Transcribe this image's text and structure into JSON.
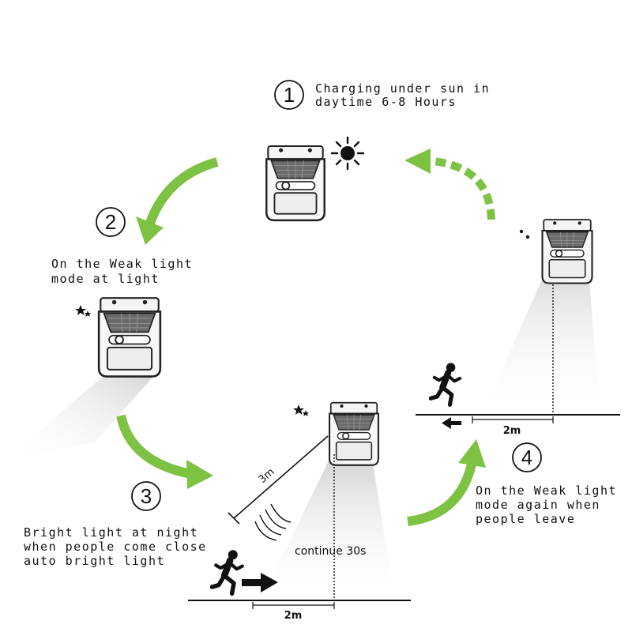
{
  "steps": [
    {
      "number": "1",
      "lines": [
        "Charging under sun in",
        "daytime 6-8 Hours"
      ]
    },
    {
      "number": "2",
      "lines": [
        "On the Weak light",
        "mode at light"
      ]
    },
    {
      "number": "3",
      "lines": [
        "Bright light at night",
        "when people come close",
        "auto bright light"
      ]
    },
    {
      "number": "4",
      "lines": [
        "On the Weak light",
        "mode again when",
        "people leave"
      ]
    }
  ],
  "measurements": {
    "range": "3m",
    "duration": "continue 30s",
    "distance_step3": "2m",
    "distance_step4": "2m"
  },
  "icons": [
    "sun-icon",
    "moon-stars-icon",
    "solar-lamp-icon",
    "running-person-icon",
    "motion-wave-icon"
  ],
  "colors": {
    "arrow": "#7dc242",
    "ink": "#111111",
    "beam": "#d9d9d9"
  }
}
